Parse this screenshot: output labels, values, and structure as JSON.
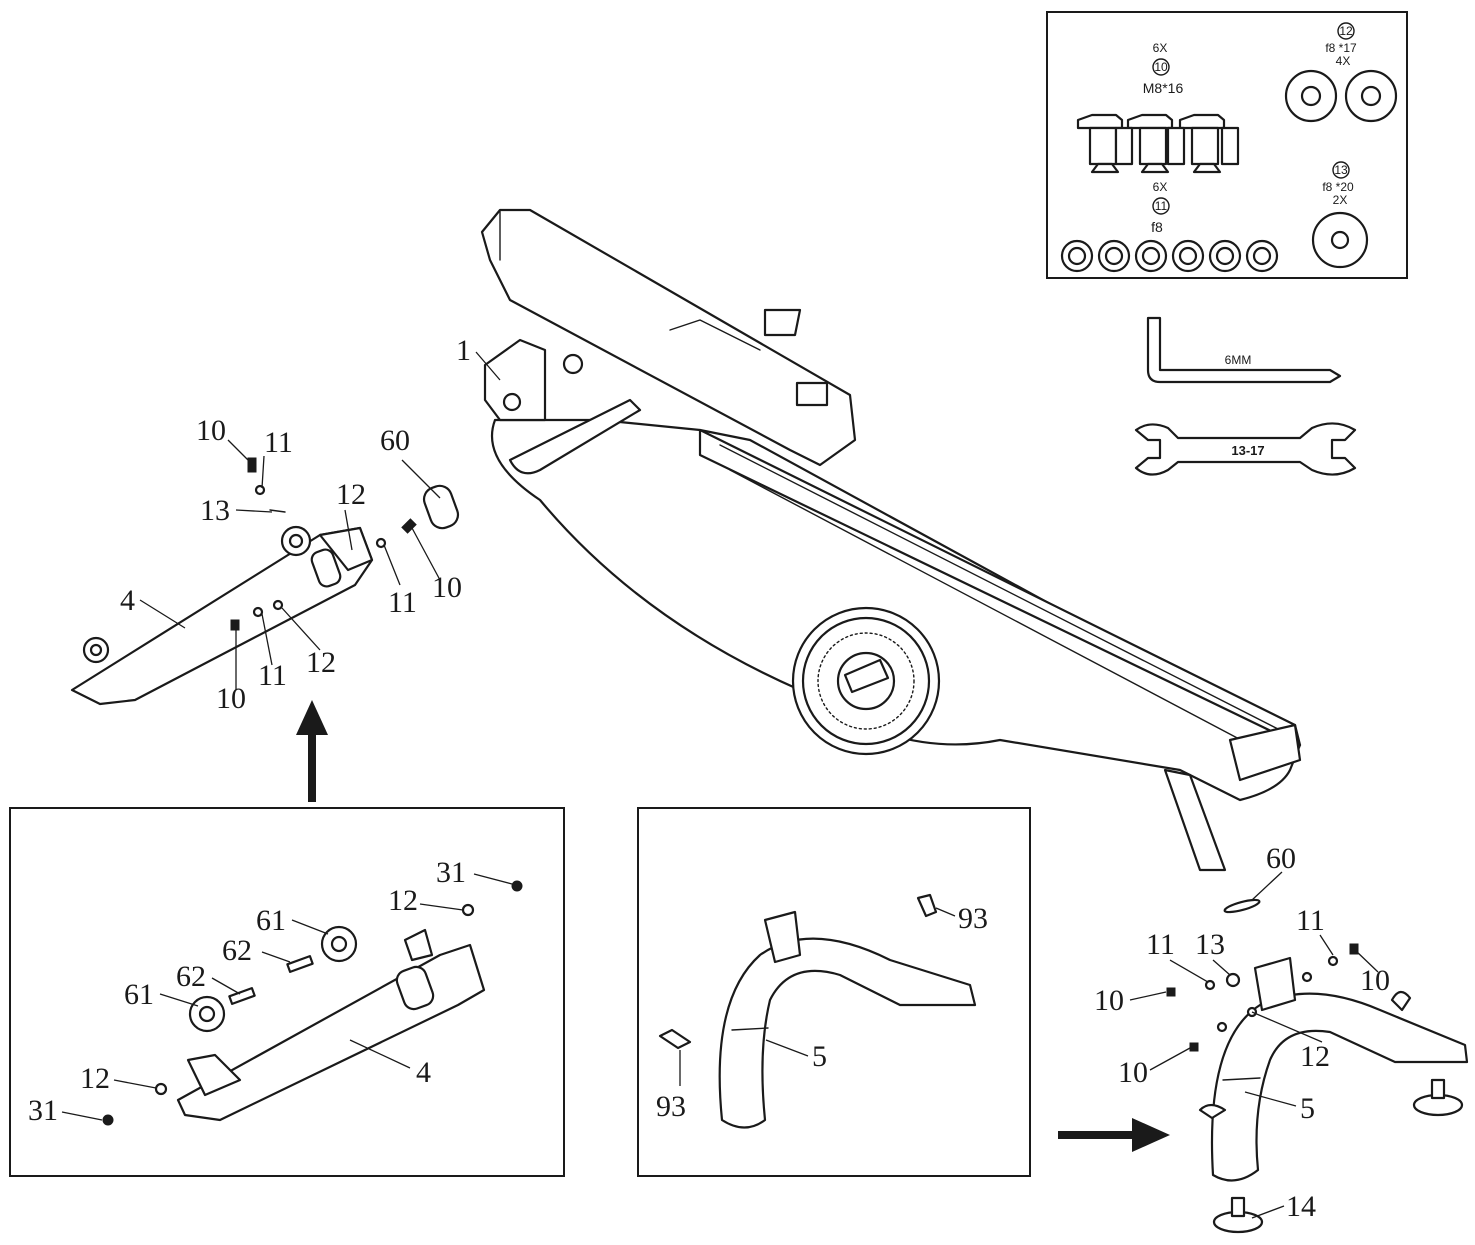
{
  "hardware": {
    "bolt": {
      "qty": "6X",
      "id": "10",
      "spec": "M8*16"
    },
    "lock_washer": {
      "qty": "6X",
      "id": "11",
      "spec": "f8"
    },
    "washer_17": {
      "id": "12",
      "spec": "f8 *17",
      "qty": "4X"
    },
    "washer_20": {
      "id": "13",
      "spec": "f8 *20",
      "qty": "2X"
    }
  },
  "tools": {
    "allen_key": "6MM",
    "wrench": "13-17"
  },
  "main_frame": {
    "label": "1"
  },
  "rear_stabilizer": {
    "part": "4",
    "callouts": [
      "10",
      "11",
      "13",
      "12",
      "60",
      "11",
      "10",
      "10",
      "11",
      "12"
    ]
  },
  "detail_left": {
    "callouts": [
      "31",
      "12",
      "61",
      "62",
      "62",
      "61",
      "12",
      "31",
      "4"
    ]
  },
  "detail_mid": {
    "callouts": [
      "93",
      "93",
      "5"
    ]
  },
  "front_stabilizer": {
    "callouts": [
      "60",
      "11",
      "11",
      "13",
      "10",
      "10",
      "10",
      "12",
      "5",
      "14"
    ]
  }
}
